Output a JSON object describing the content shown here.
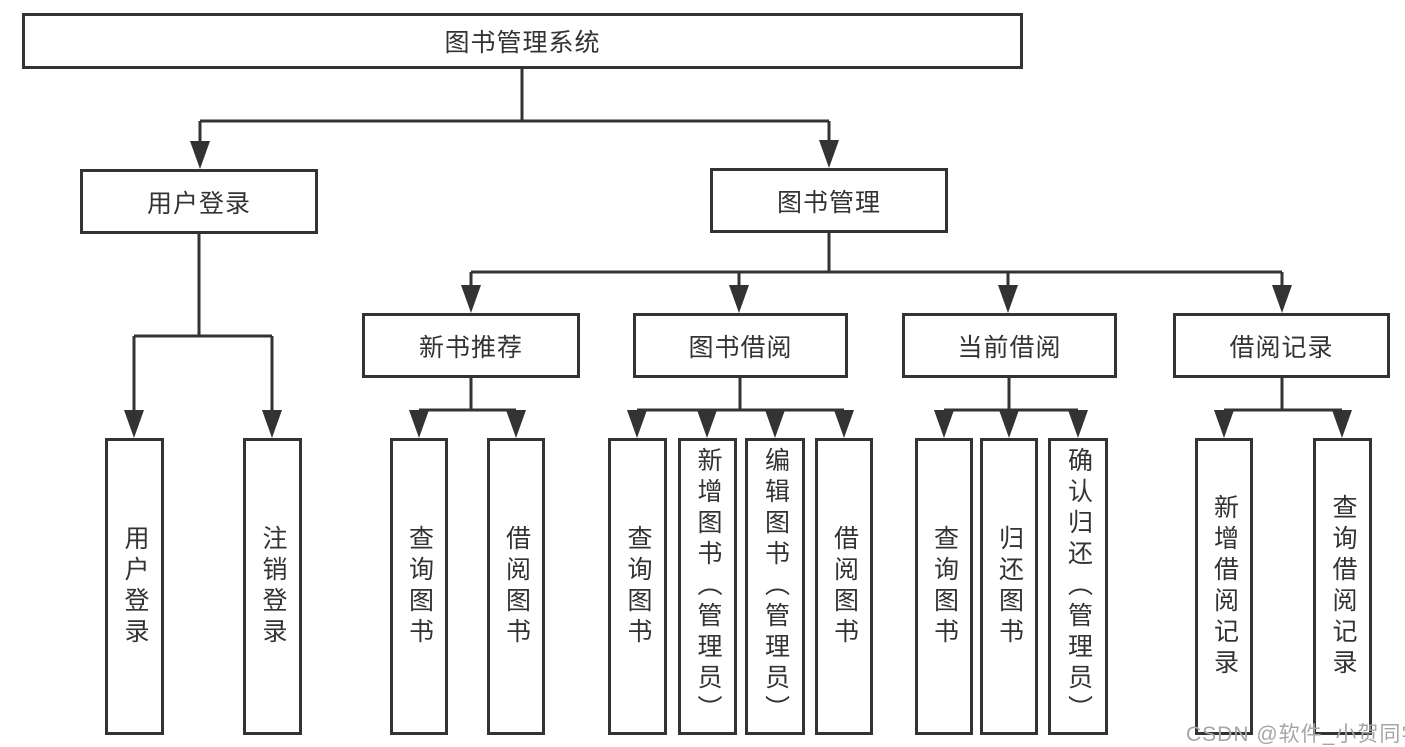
{
  "nodes": {
    "root": "图书管理系统",
    "user_login": "用户登录",
    "book_mgmt": "图书管理",
    "new_book_rec": "新书推荐",
    "book_borrow": "图书借阅",
    "current_borrow": "当前借阅",
    "borrow_record": "借阅记录",
    "ul_user_login": "用户登录",
    "ul_logout": "注销登录",
    "nbr_query_book": "查询图书",
    "nbr_borrow_book": "借阅图书",
    "bb_query_book": "查询图书",
    "bb_add_book": "新增图书（管理员）",
    "bb_edit_book": "编辑图书（管理员）",
    "bb_borrow_book": "借阅图书",
    "cb_query_book": "查询图书",
    "cb_return_book": "归还图书",
    "cb_confirm_return": "确认归还（管理员）",
    "br_add_record": "新增借阅记录",
    "br_query_record": "查询借阅记录"
  },
  "watermark": "CSDN @软件_小贺同学",
  "colors": {
    "line": "#333333",
    "text": "#333333",
    "box_background": "#ffffff",
    "watermark": "#a6a6a6"
  }
}
